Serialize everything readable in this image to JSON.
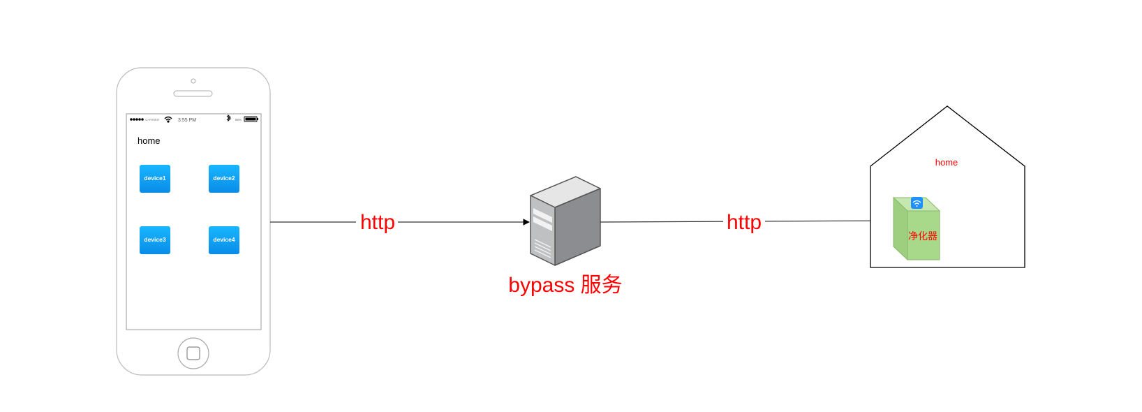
{
  "phone": {
    "status_bar": {
      "carrier": "CARRIER",
      "time": "3:55 PM",
      "battery": "56%"
    },
    "title": "home",
    "devices": [
      {
        "label": "device1"
      },
      {
        "label": "device2"
      },
      {
        "label": "device3"
      },
      {
        "label": "device4"
      }
    ],
    "device_tile_color": "#0a9ef0"
  },
  "connections": [
    {
      "label": "http"
    },
    {
      "label": "http"
    }
  ],
  "server": {
    "label": "bypass 服务"
  },
  "house": {
    "label": "home",
    "appliance": {
      "label": "净化器",
      "badge_icon": "wifi-icon",
      "color": "#a8d88a"
    }
  },
  "colors": {
    "accent_red": "#ff0000",
    "line": "#333333"
  }
}
